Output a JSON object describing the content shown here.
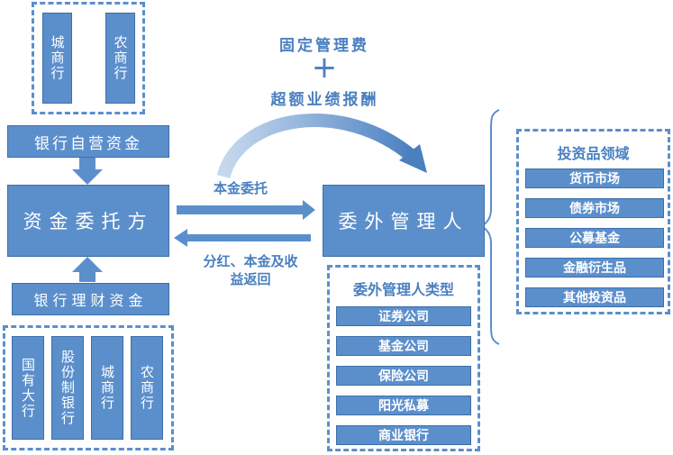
{
  "top_banks": [
    "城商行",
    "农商行"
  ],
  "bank_own_funds": "银行自营资金",
  "fund_principal": "资金委托方",
  "bank_wealth_funds": "银行理财资金",
  "bottom_banks": [
    "国有大行",
    "股份制银行",
    "城商行",
    "农商行"
  ],
  "fees": {
    "fixed": "固定管理费",
    "plus": "+",
    "performance": "超额业绩报酬"
  },
  "flows": {
    "entrust": "本金委托",
    "return_line1": "分红、本金及收",
    "return_line2": "益返回"
  },
  "manager": "委外管理人",
  "manager_types": {
    "title": "委外管理人类型",
    "items": [
      "证券公司",
      "基金公司",
      "保险公司",
      "阳光私募",
      "商业银行"
    ]
  },
  "investment_domain": {
    "title": "投资品领域",
    "items": [
      "货币市场",
      "债券市场",
      "公募基金",
      "金融衍生品",
      "其他投资品"
    ]
  },
  "colors": {
    "primary": "#5b8fcc",
    "text": "#4a7fc0"
  }
}
